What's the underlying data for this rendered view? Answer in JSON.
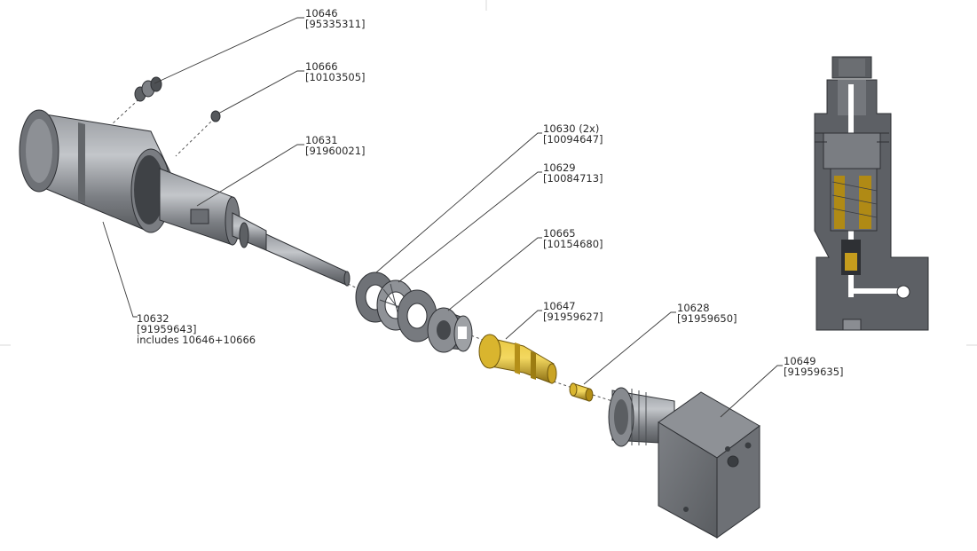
{
  "parts": [
    {
      "id": "p10646",
      "number": "10646",
      "ref": "[95335311]"
    },
    {
      "id": "p10666",
      "number": "10666",
      "ref": "[10103505]"
    },
    {
      "id": "p10631",
      "number": "10631",
      "ref": "[91960021]"
    },
    {
      "id": "p10632",
      "number": "10632",
      "ref": "[91959643]",
      "note": "includes 10646+10666"
    },
    {
      "id": "p10630",
      "number": "10630 (2x)",
      "ref": "[10094647]"
    },
    {
      "id": "p10629",
      "number": "10629",
      "ref": "[10084713]"
    },
    {
      "id": "p10665",
      "number": "10665",
      "ref": "[10154680]"
    },
    {
      "id": "p10647",
      "number": "10647",
      "ref": "[91959627]"
    },
    {
      "id": "p10628",
      "number": "10628",
      "ref": "[91959650]"
    },
    {
      "id": "p10649",
      "number": "10649",
      "ref": "[91959635]"
    }
  ],
  "colors": {
    "metal_mid": "#8a8d92",
    "metal_dark": "#5f6267",
    "metal_light": "#b6b9bd",
    "brass": "#c8a21e",
    "brass_dark": "#8a6c10"
  }
}
